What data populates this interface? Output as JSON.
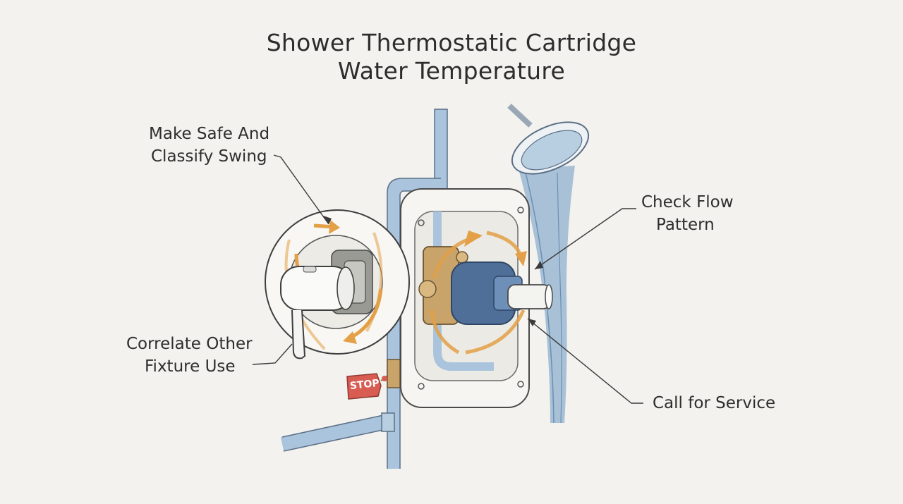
{
  "title": {
    "line1": "Shower Thermostatic Cartridge",
    "line2": "Water Temperature"
  },
  "callouts": {
    "make_safe": {
      "line1": "Make Safe And",
      "line2": "Classify Swing"
    },
    "check_flow": {
      "line1": "Check Flow",
      "line2": "Pattern"
    },
    "correlate": {
      "line1": "Correlate Other",
      "line2": "Fixture Use"
    },
    "call_service": {
      "line1": "Call for Service"
    }
  },
  "stop_tag": "STOP",
  "colors": {
    "background": "#f3f2ee",
    "water_blue": "#8fb0cf",
    "pipe_blue": "#a9c4dc",
    "cartridge_blue": "#4f6f99",
    "brass": "#c9a46a",
    "arrow_orange": "#e3a046",
    "stop_red": "#d95c52",
    "ink": "#3a3a3a"
  },
  "icons": [
    "shower-head-icon",
    "rotation-arrow-icon",
    "stop-tag-icon"
  ]
}
